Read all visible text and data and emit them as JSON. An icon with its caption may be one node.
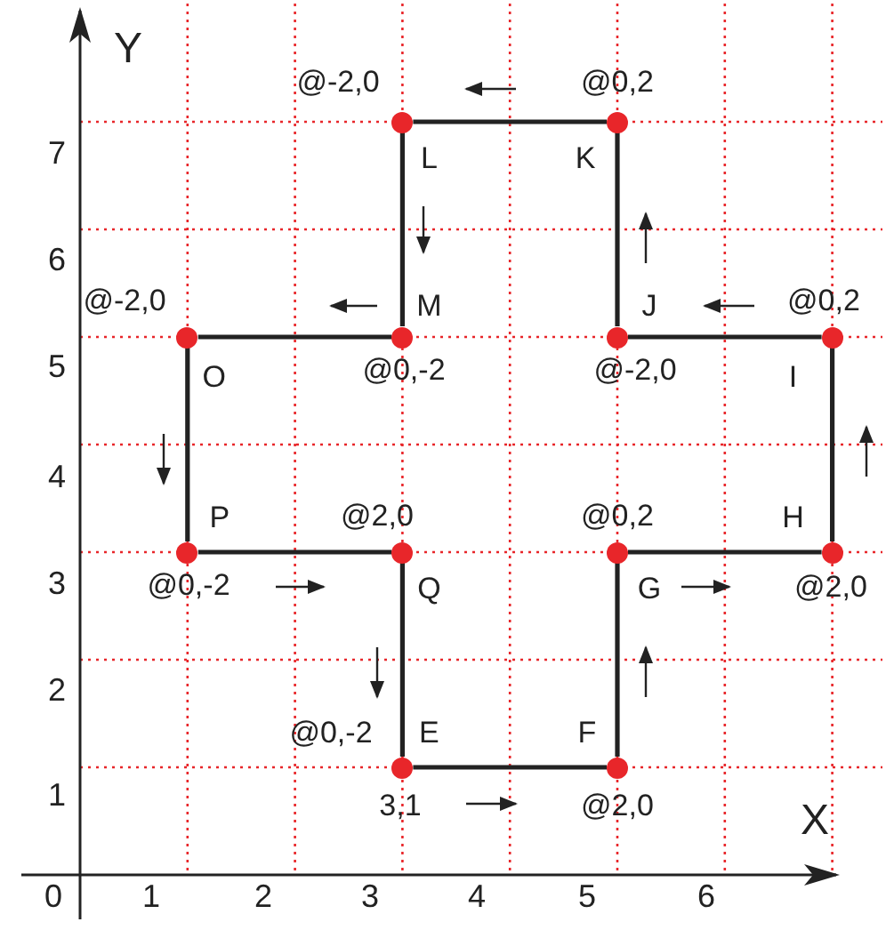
{
  "diagram": {
    "nodes": [
      {
        "text": [],
        "shape": "circle",
        "beside": [
          "L"
        ]
      },
      {
        "text": [],
        "shape": "circle",
        "beside": [
          "K"
        ]
      },
      {
        "text": [],
        "shape": "circle",
        "beside": [
          "O"
        ]
      },
      {
        "text": [],
        "shape": "circle",
        "beside": [
          "M"
        ]
      },
      {
        "text": [],
        "shape": "circle",
        "beside": [
          "J"
        ]
      },
      {
        "text": [],
        "shape": "circle",
        "beside": [
          "I"
        ]
      },
      {
        "text": [],
        "shape": "circle",
        "beside": [
          "P"
        ]
      },
      {
        "text": [],
        "shape": "circle",
        "beside": [
          "Q"
        ]
      },
      {
        "text": [],
        "shape": "circle",
        "beside": [
          "G"
        ]
      },
      {
        "text": [],
        "shape": "circle",
        "beside": [
          "H"
        ]
      },
      {
        "text": [],
        "shape": "circle",
        "beside": [
          "E"
        ]
      },
      {
        "text": [],
        "shape": "circle",
        "beside": [
          "F"
        ]
      }
    ],
    "edges": [
      {
        "from": 10,
        "to": 11,
        "arrow": "none"
      },
      {
        "from": 11,
        "to": 8,
        "arrow": "none"
      },
      {
        "from": 8,
        "to": 9,
        "arrow": "none"
      },
      {
        "from": 9,
        "to": 5,
        "arrow": "none"
      },
      {
        "from": 5,
        "to": 4,
        "arrow": "none"
      },
      {
        "from": 4,
        "to": 1,
        "arrow": "none"
      },
      {
        "from": 1,
        "to": 0,
        "arrow": "none"
      },
      {
        "from": 0,
        "to": 3,
        "arrow": "none"
      },
      {
        "from": 3,
        "to": 2,
        "arrow": "none"
      },
      {
        "from": 2,
        "to": 6,
        "arrow": "none"
      },
      {
        "from": 6,
        "to": 7,
        "arrow": "none"
      },
      {
        "from": 7,
        "to": 10,
        "arrow": "none"
      }
    ],
    "labels": [
      "Y",
      "@-2,0",
      "@0,2",
      "7",
      "6",
      "@-2,0",
      "@0,2",
      "5",
      "@0,-2",
      "@-2,0",
      "4",
      "@2,0",
      "@0,2",
      "3",
      "@0,-2",
      "@2,0",
      "2",
      "@0,-2",
      "1",
      "3,1",
      "@2,0",
      "X",
      "0",
      "1",
      "2",
      "3",
      "4",
      "5",
      "6"
    ]
  }
}
